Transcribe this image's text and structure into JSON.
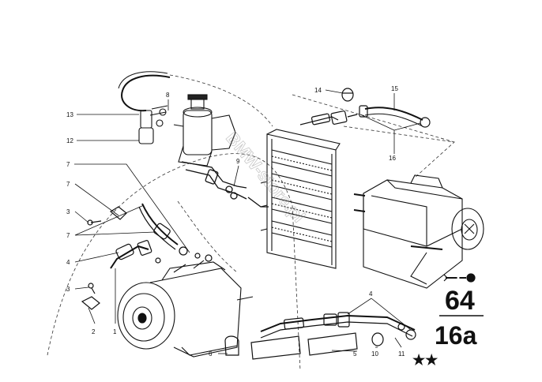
{
  "callouts": [
    {
      "id": "c1",
      "text": "1"
    },
    {
      "id": "c2",
      "text": "2"
    },
    {
      "id": "c3a",
      "text": "3"
    },
    {
      "id": "c3b",
      "text": "3"
    },
    {
      "id": "c4a",
      "text": "4"
    },
    {
      "id": "c4b",
      "text": "4"
    },
    {
      "id": "c5",
      "text": "5"
    },
    {
      "id": "c6",
      "text": "6"
    },
    {
      "id": "c7a",
      "text": "7"
    },
    {
      "id": "c7b",
      "text": "7"
    },
    {
      "id": "c7c",
      "text": "7"
    },
    {
      "id": "c8",
      "text": "8"
    },
    {
      "id": "c9",
      "text": "9"
    },
    {
      "id": "c10",
      "text": "10"
    },
    {
      "id": "c11",
      "text": "11"
    },
    {
      "id": "c12",
      "text": "12"
    },
    {
      "id": "c13",
      "text": "13"
    },
    {
      "id": "c14",
      "text": "14"
    },
    {
      "id": "c15",
      "text": "15"
    },
    {
      "id": "c16",
      "text": "16"
    }
  ],
  "group_code": "64",
  "sub_code": "16a",
  "rating_stars": "★★",
  "watermark": "BMW-store.pl"
}
